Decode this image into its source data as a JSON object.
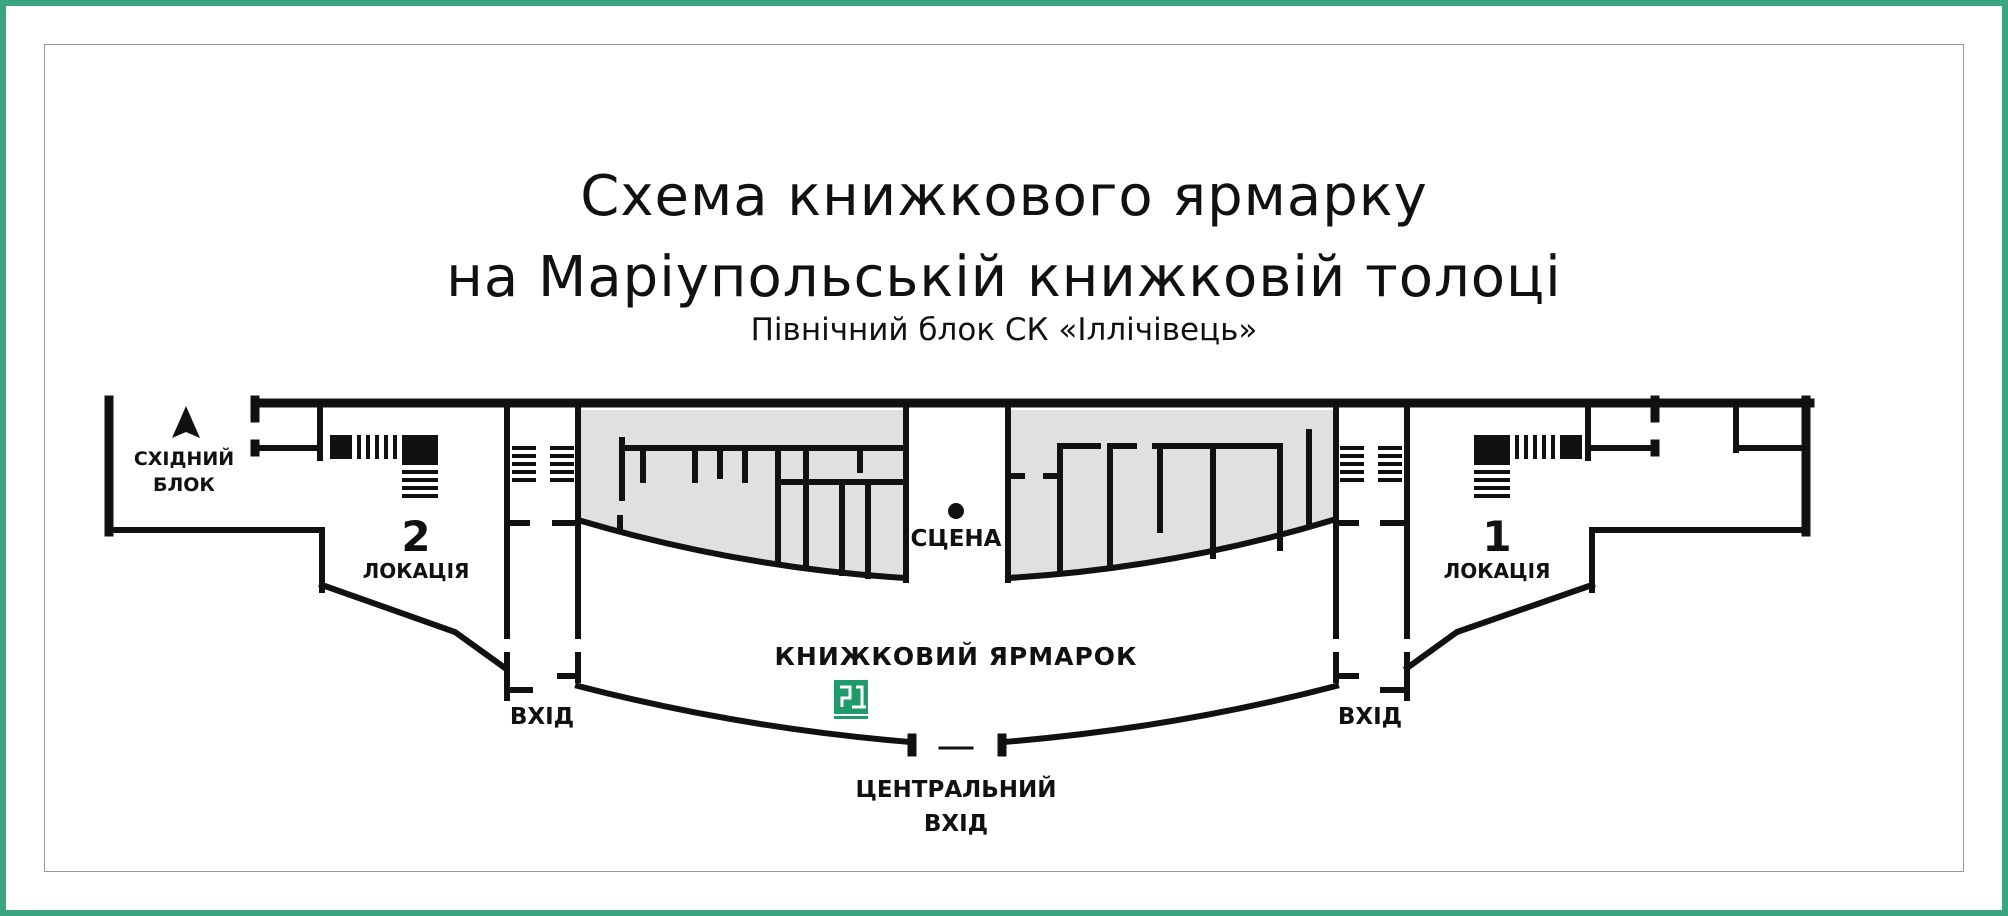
{
  "header": {
    "title_line1": "Схема книжкового ярмарку",
    "title_line2": "на Маріупольській книжковій толоці",
    "subtitle": "Північний блок СК «Іллічівець»"
  },
  "map": {
    "east_block_label_line1": "СХІДНИЙ",
    "east_block_label_line2": "БЛОК",
    "location_2_number": "2",
    "location_2_label": "ЛОКАЦІЯ",
    "location_1_number": "1",
    "location_1_label": "ЛОКАЦІЯ",
    "stage_label": "СЦЕНА",
    "book_fair_label": "КНИЖКОВИЙ ЯРМАРОК",
    "entrance_left_label": "ВХІД",
    "entrance_right_label": "ВХІД",
    "central_entrance_line1": "ЦЕНТРАЛЬНИЙ",
    "central_entrance_line2": "ВХІД",
    "icons": [
      "north-arrow-icon",
      "stage-dot-icon",
      "book-fair-logo-icon",
      "stairs-icon"
    ],
    "colors": {
      "frame": "#3aa57f",
      "walls": "#111111",
      "shaded_rooms": "#e0e0e0",
      "logo": "#1f9a6b"
    }
  }
}
